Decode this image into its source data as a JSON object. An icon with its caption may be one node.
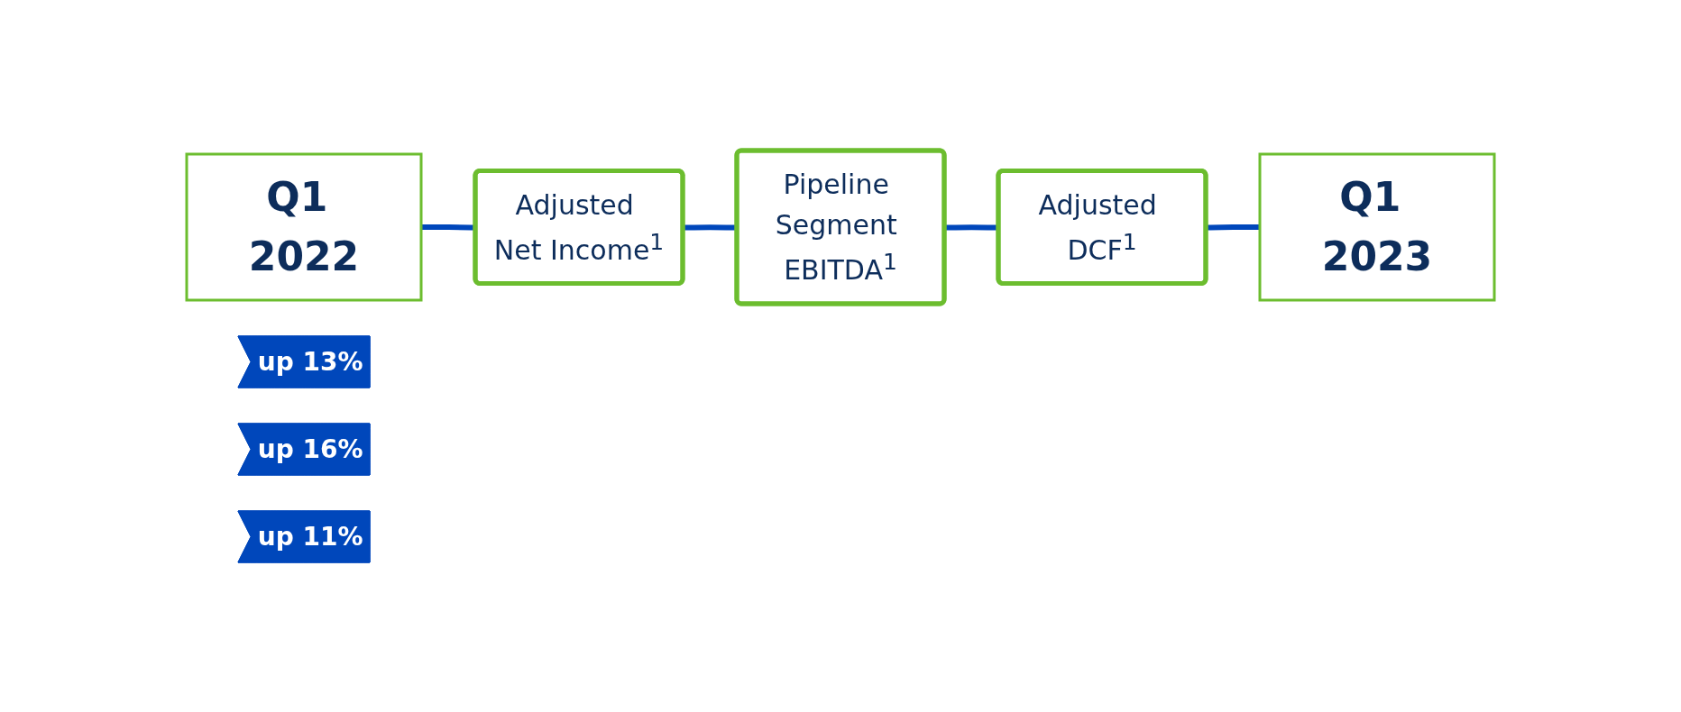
{
  "diagram": {
    "nodes": [
      {
        "text": [
          "Q1 2022"
        ]
      },
      {
        "text": [
          "up 13%"
        ]
      },
      {
        "text": [
          "Adjusted Net Income$^{1}$"
        ]
      },
      {
        "text": [
          "up 16%"
        ]
      },
      {
        "text": [
          "Pipeline Segment EBITDA$^{1}$"
        ]
      },
      {
        "text": [
          "up 11%"
        ]
      },
      {
        "text": [
          "Adjusted DCF$^{1}$"
        ]
      },
      {
        "text": [
          "Q1 2023"
        ]
      }
    ],
    "edges": [
      {
        "from": 0,
        "to": 2,
        "arrow": "none"
      },
      {
        "from": 2,
        "to": 4,
        "arrow": "none"
      },
      {
        "from": 4,
        "to": 6,
        "arrow": "none"
      },
      {
        "from": 6,
        "to": 7,
        "arrow": "none"
      }
    ]
  }
}
